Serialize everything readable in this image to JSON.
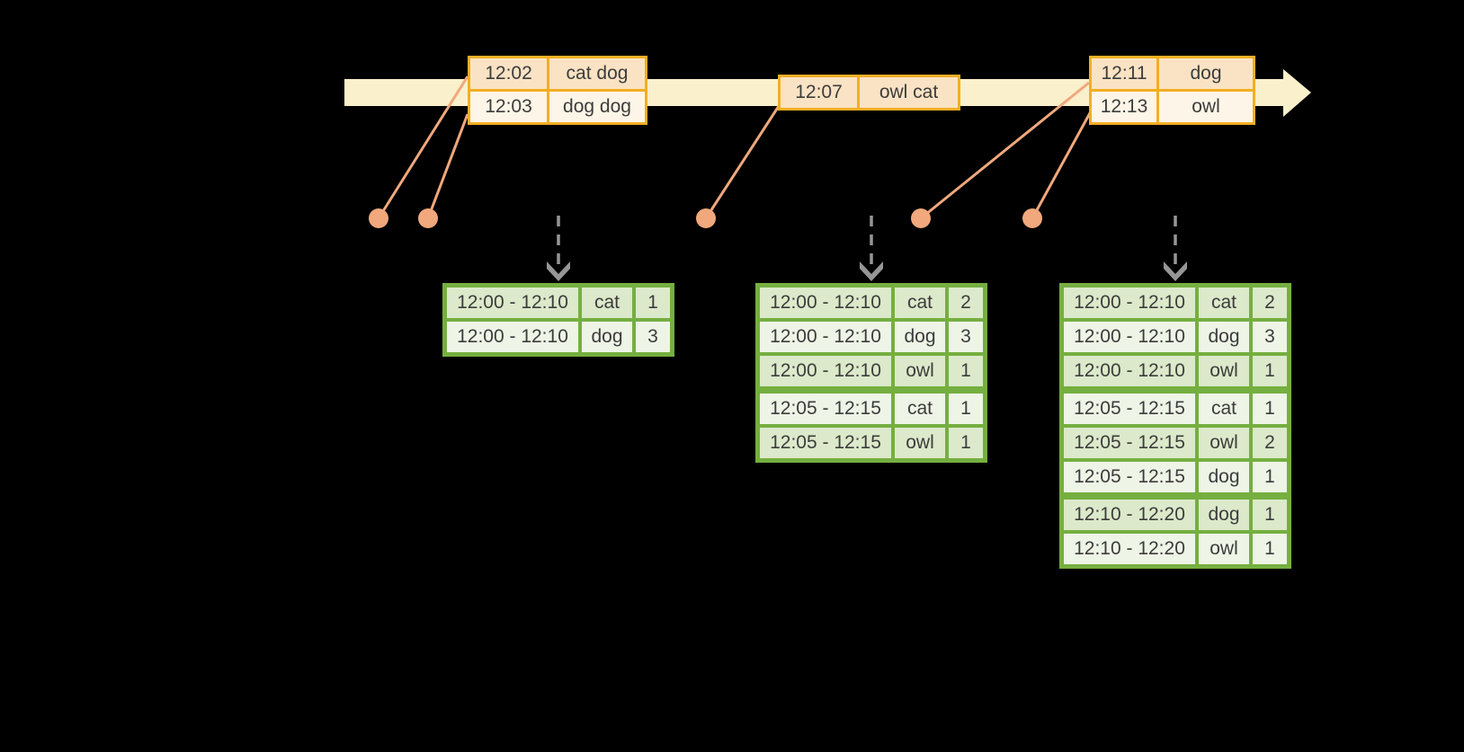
{
  "colors": {
    "background": "#000000",
    "timeline_fill": "#FAF0CB",
    "orange_border": "#F2AE24",
    "orange_row_dark": "#FAE3C4",
    "orange_row_light": "#FDF5E7",
    "salmon": "#F0A87C",
    "green_border": "#75AF40",
    "green_row_dark": "#DCE9CA",
    "green_row_light": "#EEF4E6",
    "arrow_gray": "#969696",
    "text": "#3C3C3C"
  },
  "icons": {
    "timeline_arrow": "right-arrow-band",
    "event_dot": "filled-circle-marker",
    "trigger_arrow": "dashed-down-arrow"
  },
  "events": [
    {
      "rows": [
        {
          "time": "12:02",
          "words": "cat dog"
        },
        {
          "time": "12:03",
          "words": "dog dog"
        }
      ]
    },
    {
      "rows": [
        {
          "time": "12:07",
          "words": "owl cat"
        }
      ]
    },
    {
      "rows": [
        {
          "time": "12:11",
          "words": "dog"
        },
        {
          "time": "12:13",
          "words": "owl"
        }
      ]
    }
  ],
  "results": [
    {
      "rows": [
        {
          "window": "12:00 - 12:10",
          "word": "cat",
          "count": 1
        },
        {
          "window": "12:00 - 12:10",
          "word": "dog",
          "count": 3
        }
      ]
    },
    {
      "rows": [
        {
          "window": "12:00 - 12:10",
          "word": "cat",
          "count": 2
        },
        {
          "window": "12:00 - 12:10",
          "word": "dog",
          "count": 3
        },
        {
          "window": "12:00 - 12:10",
          "word": "owl",
          "count": 1
        },
        {
          "window": "12:05 - 12:15",
          "word": "cat",
          "count": 1
        },
        {
          "window": "12:05 - 12:15",
          "word": "owl",
          "count": 1
        }
      ]
    },
    {
      "rows": [
        {
          "window": "12:00 - 12:10",
          "word": "cat",
          "count": 2
        },
        {
          "window": "12:00 - 12:10",
          "word": "dog",
          "count": 3
        },
        {
          "window": "12:00 - 12:10",
          "word": "owl",
          "count": 1
        },
        {
          "window": "12:05 - 12:15",
          "word": "cat",
          "count": 1
        },
        {
          "window": "12:05 - 12:15",
          "word": "owl",
          "count": 2
        },
        {
          "window": "12:05 - 12:15",
          "word": "dog",
          "count": 1
        },
        {
          "window": "12:10 - 12:20",
          "word": "dog",
          "count": 1
        },
        {
          "window": "12:10 - 12:20",
          "word": "owl",
          "count": 1
        }
      ]
    }
  ]
}
